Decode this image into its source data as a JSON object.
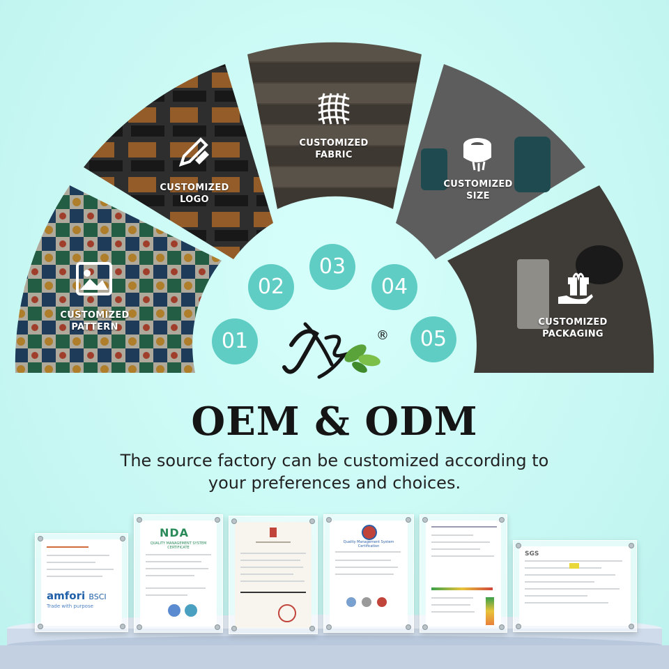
{
  "segments": [
    {
      "number": "01",
      "label_line1": "CUSTOMIZED",
      "label_line2": "PATTERN",
      "icon": "image-icon"
    },
    {
      "number": "02",
      "label_line1": "CUSTOMIZED",
      "label_line2": "LOGO",
      "icon": "pencil-ruler-icon"
    },
    {
      "number": "03",
      "label_line1": "CUSTOMIZED",
      "label_line2": "FABRIC",
      "icon": "fabric-weave-icon"
    },
    {
      "number": "04",
      "label_line1": "CUSTOMIZED",
      "label_line2": "SIZE",
      "icon": "tape-measure-icon"
    },
    {
      "number": "05",
      "label_line1": "CUSTOMIZED",
      "label_line2": "PACKAGING",
      "icon": "gift-hand-icon"
    }
  ],
  "logo": {
    "registered_mark": "®"
  },
  "headline": "OEM & ODM",
  "subtitle_line1": "The source factory can be customized according to",
  "subtitle_line2": "your preferences and choices.",
  "certificates": [
    {
      "brand": "amfori",
      "suffix": "BSCI",
      "tagline": "Trade with purpose"
    },
    {
      "brand": "NDA",
      "heading": "QUALITY MANAGEMENT SYSTEM CERTIFICATE"
    },
    {
      "brand": "",
      "heading": ""
    },
    {
      "brand": "",
      "heading": "Quality Management System Certification"
    },
    {
      "brand": "",
      "heading": ""
    },
    {
      "brand": "SGS",
      "heading": ""
    }
  ],
  "colors": {
    "background": "#c8f8f3",
    "accent": "#5fcdc4",
    "headline": "#151515",
    "segment_dark": "#4a4a4a"
  }
}
